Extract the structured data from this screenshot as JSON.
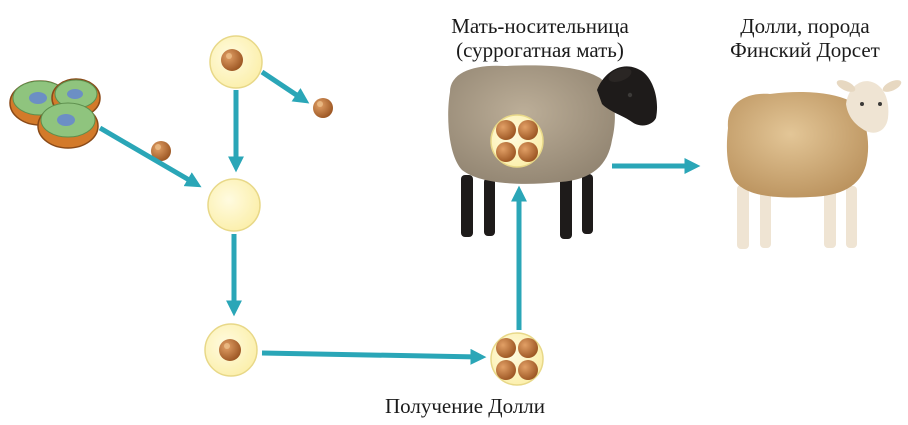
{
  "labels": {
    "surrogate_line1": "Мать-носительница",
    "surrogate_line2": "(суррогатная мать)",
    "dolly_line1": "Долли, порода",
    "dolly_line2": "Финский Дорсет",
    "getting_dolly": "Получение Долли"
  },
  "colors": {
    "arrow": "#2aa6b7",
    "egg_fill": "#fdf3b5",
    "egg_stroke": "#e8d888",
    "nucleus": "#b86a2e",
    "cell_green": "#8fc47e",
    "cell_orange": "#d37a2a",
    "sheep_body_gray": "#a89a86",
    "sheep_head_black": "#1e1b1a",
    "dolly_wool": "#d4b283",
    "dolly_face": "#efe4d3"
  },
  "icons": {
    "donor_cells": "udder-cells-icon",
    "egg": "egg-cell-icon",
    "nucleus": "nucleus-icon",
    "embryo": "embryo-icon",
    "surrogate": "black-faced-sheep-icon",
    "dolly": "finn-dorset-sheep-icon"
  }
}
